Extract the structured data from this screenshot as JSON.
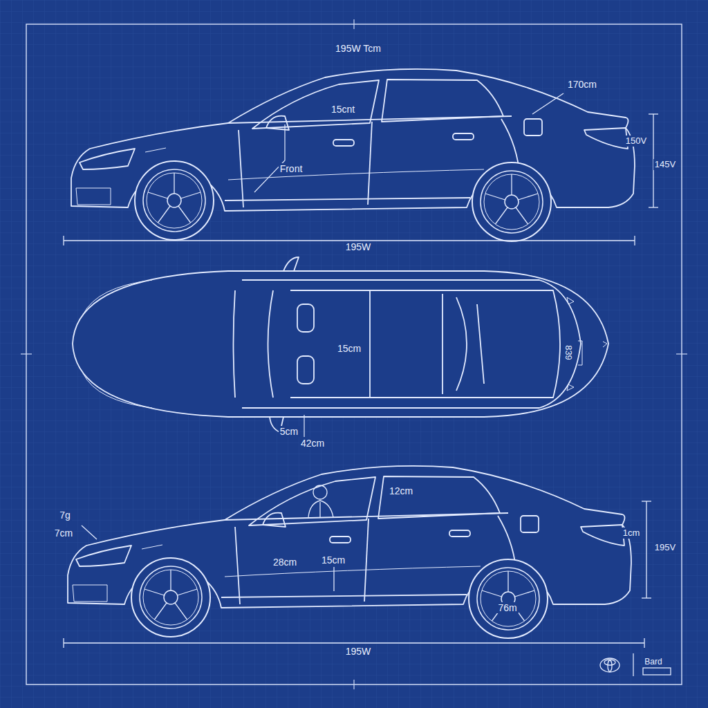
{
  "diagram": {
    "labels": [
      "195W Tcm",
      "170cm",
      "15cnt",
      "Front",
      "150V",
      "145V",
      "195W",
      "15cm",
      "839",
      "5cm",
      "42cm",
      "7g",
      "7cm",
      "12cm",
      "28cm",
      "15cm",
      "1cm",
      "195V",
      "76m",
      "195W",
      "Bard"
    ]
  }
}
